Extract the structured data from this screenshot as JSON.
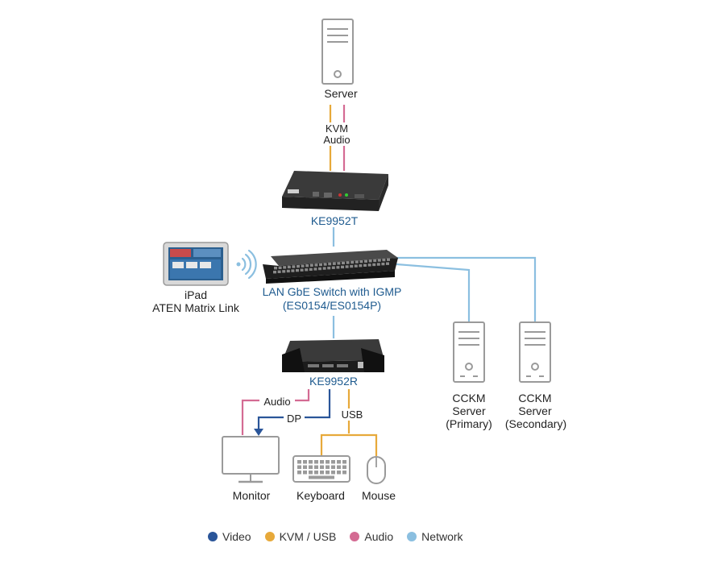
{
  "colors": {
    "video": "#2a5599",
    "kvm_usb": "#e7a93a",
    "audio": "#d46b93",
    "network": "#8bbfe0",
    "device_outline": "#9a9a9a"
  },
  "nodes": {
    "server": {
      "label": "Server",
      "icon": "tower-server-icon"
    },
    "ke9952t": {
      "label": "KE9952T",
      "icon": "transmitter-device-icon"
    },
    "switch": {
      "label_line1": "LAN GbE Switch with IGMP",
      "label_line2": "(ES0154/ES0154P)",
      "icon": "network-switch-icon"
    },
    "ipad": {
      "label_line1": "iPad",
      "label_line2": "ATEN Matrix Link",
      "icon": "tablet-icon"
    },
    "ke9952r": {
      "label": "KE9952R",
      "icon": "receiver-device-icon"
    },
    "cckm_primary": {
      "label_line1": "CCKM",
      "label_line2": "Server",
      "label_line3": "(Primary)",
      "icon": "tower-server-icon"
    },
    "cckm_secondary": {
      "label_line1": "CCKM",
      "label_line2": "Server",
      "label_line3": "(Secondary)",
      "icon": "tower-server-icon"
    },
    "monitor": {
      "label": "Monitor",
      "icon": "monitor-icon"
    },
    "keyboard": {
      "label": "Keyboard",
      "icon": "keyboard-icon"
    },
    "mouse": {
      "label": "Mouse",
      "icon": "mouse-icon"
    }
  },
  "connections": {
    "server_link_line1": "KVM",
    "server_link_line2": "Audio",
    "audio": "Audio",
    "dp": "DP",
    "usb": "USB"
  },
  "legend": [
    {
      "label": "Video",
      "color": "#2a5599"
    },
    {
      "label": "KVM / USB",
      "color": "#e7a93a"
    },
    {
      "label": "Audio",
      "color": "#d46b93"
    },
    {
      "label": "Network",
      "color": "#8bbfe0"
    }
  ]
}
